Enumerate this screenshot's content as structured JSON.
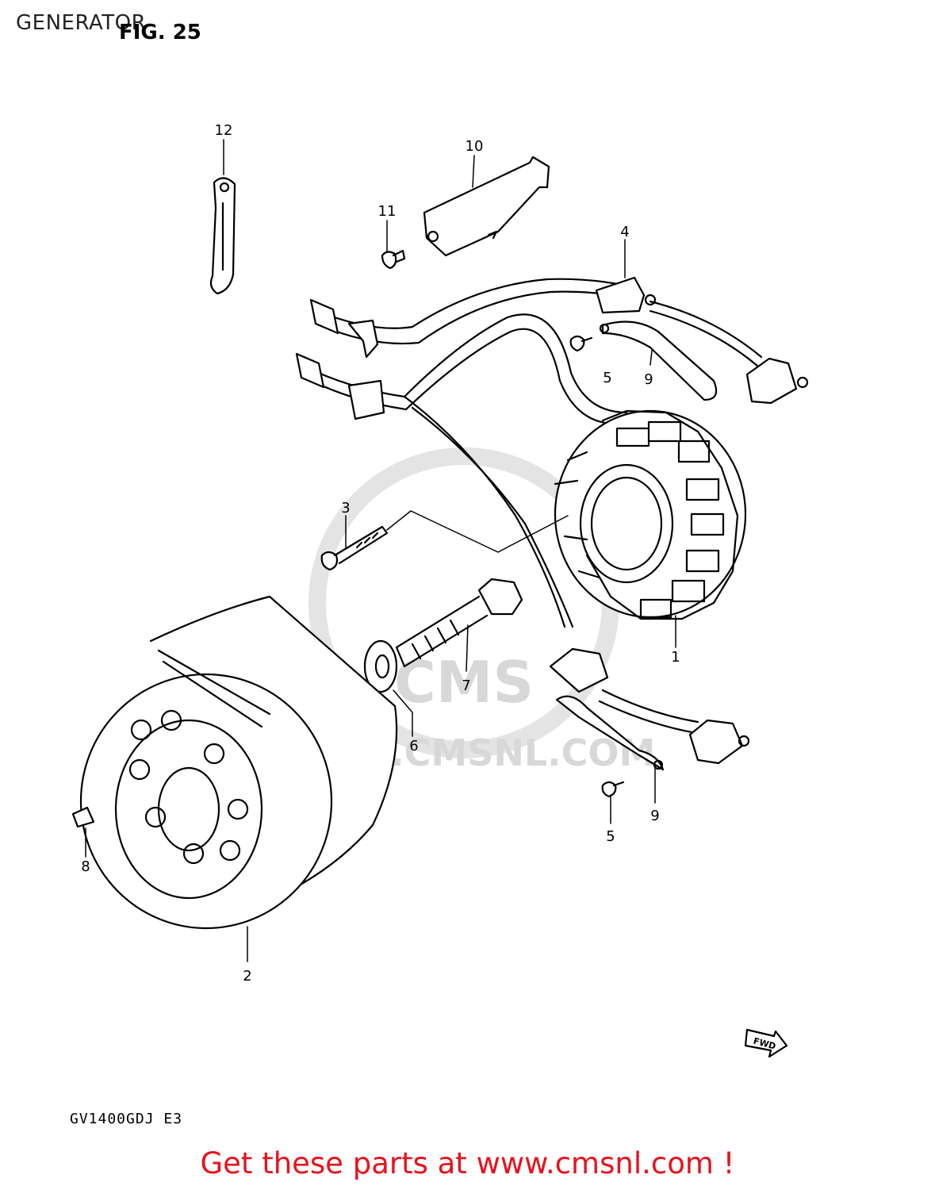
{
  "header": {
    "title": "GENERATOR",
    "figure": "FIG. 25"
  },
  "watermark": {
    "brand": "CMS",
    "url": "WWW.CMSNL.COM"
  },
  "callouts": [
    {
      "label": "1"
    },
    {
      "label": "2"
    },
    {
      "label": "3"
    },
    {
      "label": "4"
    },
    {
      "label": "5"
    },
    {
      "label": "5"
    },
    {
      "label": "6"
    },
    {
      "label": "7"
    },
    {
      "label": "8"
    },
    {
      "label": "9"
    },
    {
      "label": "9"
    },
    {
      "label": "10"
    },
    {
      "label": "11"
    },
    {
      "label": "12"
    }
  ],
  "fwd": "FWD",
  "model": "GV1400GDJ E3",
  "footer": {
    "text": "Get these parts at www.cmsnl.com !"
  },
  "colors": {
    "footer": "#e8121b",
    "watermark": "#d8d8d8",
    "line": "#000000"
  }
}
